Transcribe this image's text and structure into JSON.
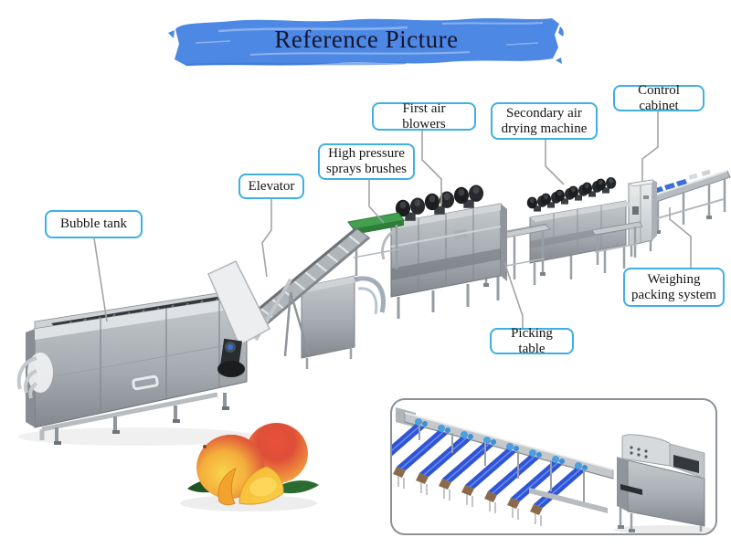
{
  "banner": {
    "title": "Reference Picture",
    "brush_color": "#4d88e4",
    "text_color": "#15152e"
  },
  "labels": {
    "bubble_tank": {
      "text": "Bubble tank"
    },
    "elevator": {
      "text": "Elevator"
    },
    "high_pressure_sprays_brushes": {
      "text": "High pressure\nsprays brushes"
    },
    "first_air_blowers": {
      "text": "First air blowers"
    },
    "secondary_air_drying_machine": {
      "text": "Secondary air\ndrying machine"
    },
    "control_cabinet": {
      "text": "Control cabinet"
    },
    "weighing_packing_system": {
      "text": "Weighing\npacking system"
    },
    "picking_table": {
      "text": "Picking table"
    }
  },
  "style_colors": {
    "label_border_blue": "#3fafe4",
    "leader_line_gray": "#a3a3a3",
    "machine_steel": "#b0b5ba",
    "blower_black": "#1b1d1f",
    "belt_green": "#43a051",
    "inset_belt_blue": "#2f55d4",
    "inset_border_gray": "#8d9296"
  }
}
